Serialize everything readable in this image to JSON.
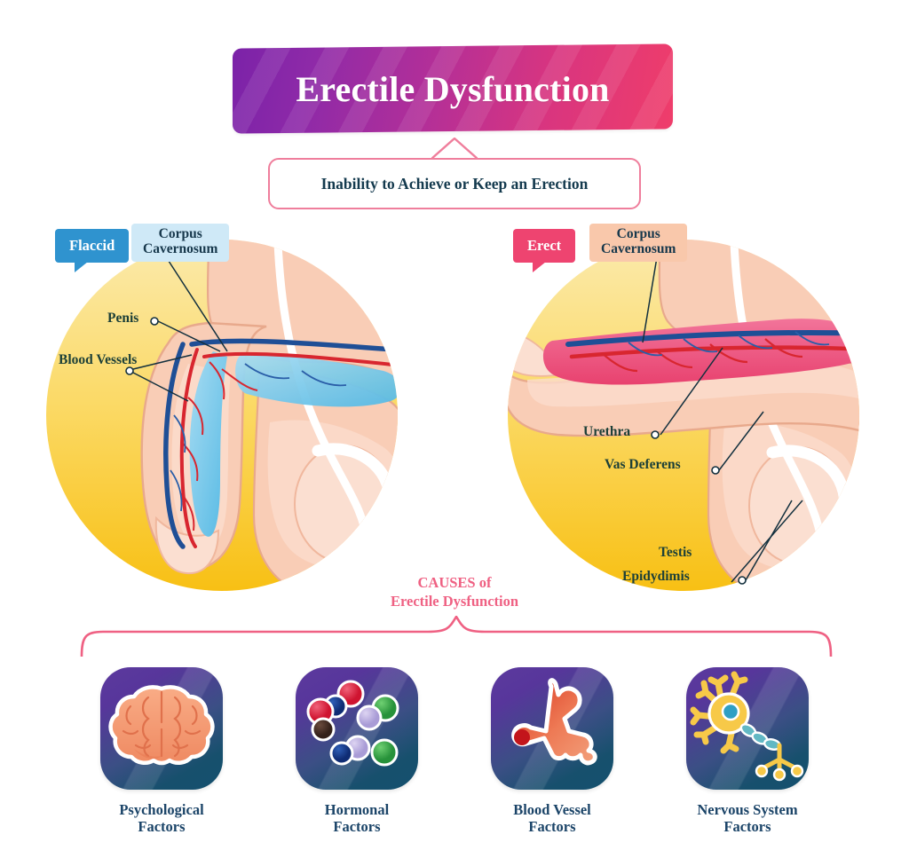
{
  "header": {
    "title": "Erectile Dysfunction",
    "subtitle": "Inability to Achieve or Keep an Erection",
    "title_gradient_from": "#7b22a8",
    "title_gradient_to": "#ef3d6a",
    "subtitle_border_color": "#ef7e9c",
    "subtitle_text_color": "#143a4e"
  },
  "diagrams": {
    "left": {
      "state_badge": "Flaccid",
      "state_badge_color": "#2f93cf",
      "corpus_badge": "Corpus\nCavernosum",
      "corpus_badge_line1": "Corpus",
      "corpus_badge_line2": "Cavernosum",
      "corpus_badge_bg": "#cfe9f7",
      "circle_gradient_from": "#fbe9a8",
      "circle_gradient_to": "#f8c014",
      "labels": [
        {
          "text": "Penis",
          "color": "#1d4038"
        },
        {
          "text": "Blood Vessels",
          "color": "#1d4038"
        }
      ]
    },
    "right": {
      "state_badge": "Erect",
      "state_badge_color": "#ee4470",
      "corpus_badge_line1": "Corpus",
      "corpus_badge_line2": "Cavernosum",
      "corpus_badge_bg": "#f9c8ab",
      "circle_gradient_from": "#fbe9a8",
      "circle_gradient_to": "#f8c014",
      "labels": [
        {
          "text": "Urethra",
          "color": "#1d4038"
        },
        {
          "text": "Vas Deferens",
          "color": "#1d4038"
        },
        {
          "text": "Testis",
          "color": "#1d4038"
        },
        {
          "text": "Epidydimis",
          "color": "#1d4038"
        }
      ]
    }
  },
  "causes": {
    "heading_line1": "CAUSES of",
    "heading_line2": "Erectile Dysfunction",
    "heading_color": "#ef6183",
    "brace_color": "#ef6183",
    "items": [
      {
        "label_line1": "Psychological",
        "label_line2": "Factors",
        "icon": "brain-icon"
      },
      {
        "label_line1": "Hormonal",
        "label_line2": "Factors",
        "icon": "hormone-molecules-icon"
      },
      {
        "label_line1": "Blood Vessel",
        "label_line2": "Factors",
        "icon": "blood-vessel-icon"
      },
      {
        "label_line1": "Nervous System",
        "label_line2": "Factors",
        "icon": "neuron-icon"
      }
    ],
    "label_color": "#1b4468",
    "card_gradient_from": "#5c3a9e",
    "card_gradient_to": "#14506e"
  },
  "palette": {
    "tissue_light": "#f9cdb6",
    "tissue_mid": "#f6bda2",
    "tissue_pale": "#fbdccd",
    "corpus_flaccid": "#7fc8e8",
    "corpus_erect": "#ef5d84",
    "artery_red": "#d8262f",
    "vein_blue": "#1f4f96",
    "vas_white": "#ffffff"
  }
}
